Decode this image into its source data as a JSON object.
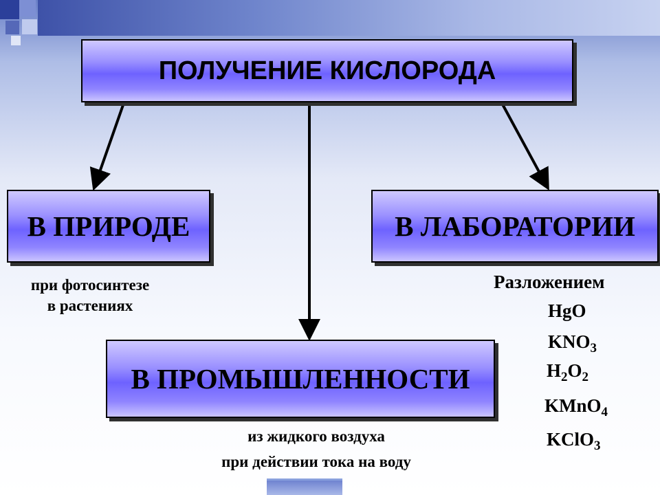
{
  "title": "ПОЛУЧЕНИЕ КИСЛОРОДА",
  "branches": {
    "nature": {
      "label": "В ПРИРОДЕ",
      "notes": [
        "при фотосинтезе",
        "в растениях"
      ]
    },
    "lab": {
      "label": "В ЛАБОРАТОРИИ",
      "method": "Разложением",
      "formulas": [
        {
          "parts": [
            "HgO"
          ]
        },
        {
          "parts": [
            "KNO",
            "3"
          ]
        },
        {
          "parts": [
            "H",
            "2",
            "O",
            "2"
          ]
        },
        {
          "parts": [
            "KMnO",
            "4"
          ]
        },
        {
          "parts": [
            "KClO",
            "3"
          ]
        }
      ]
    },
    "industry": {
      "label": "В ПРОМЫШЛЕННОСТИ",
      "notes": [
        "из жидкого воздуха",
        "при действии тока на воду"
      ]
    }
  },
  "colors": {
    "box_fill": "#8f84ff",
    "box_border": "#000000",
    "header_accent": "#3e52a8"
  }
}
